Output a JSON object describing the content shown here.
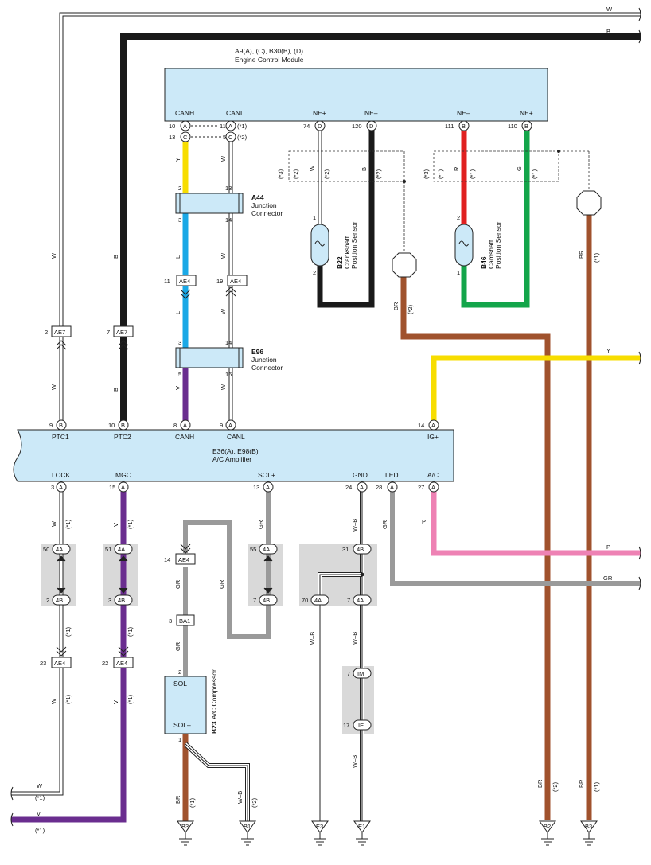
{
  "colors": {
    "W": "#ffffff",
    "B": "#1a1a1a",
    "Y": "#f7dd00",
    "L": "#19a8e6",
    "V": "#6a2d8f",
    "GR": "#9a9a9a",
    "BR": "#a0522d",
    "R": "#e02020",
    "G": "#13a54a",
    "P": "#ee82b4",
    "box": "#cce9f8"
  },
  "ecm": {
    "id": "A9(A), (C), B30(B), (D)",
    "name": "Engine Control Module",
    "pins": [
      {
        "num": "10",
        "letter": "A",
        "name": "CANH",
        "num2": "13",
        "letter2": "C"
      },
      {
        "num": "11",
        "letter": "A",
        "name": "CANL",
        "num2": "5",
        "letter2": "C"
      },
      {
        "num": "74",
        "letter": "D",
        "name": "NE+"
      },
      {
        "num": "120",
        "letter": "D",
        "name": "NE–"
      },
      {
        "num": "111",
        "letter": "B",
        "name": "NE–"
      },
      {
        "num": "110",
        "letter": "B",
        "name": "NE+"
      }
    ],
    "notes": [
      "(*1)",
      "(*2)"
    ]
  },
  "amp": {
    "id": "E36(A), E98(B)",
    "name": "A/C Amplifier",
    "top_pins": [
      {
        "num": "9",
        "letter": "B",
        "name": "PTC1"
      },
      {
        "num": "10",
        "letter": "B",
        "name": "PTC2"
      },
      {
        "num": "8",
        "letter": "A",
        "name": "CANH"
      },
      {
        "num": "9",
        "letter": "A",
        "name": "CANL"
      },
      {
        "num": "14",
        "letter": "A",
        "name": "IG+"
      }
    ],
    "bottom_pins": [
      {
        "num": "3",
        "letter": "A",
        "name": "LOCK"
      },
      {
        "num": "15",
        "letter": "A",
        "name": "MGC"
      },
      {
        "num": "13",
        "letter": "A",
        "name": "SOL+"
      },
      {
        "num": "24",
        "letter": "A",
        "name": "GND"
      },
      {
        "num": "28",
        "letter": "A",
        "name": "LED"
      },
      {
        "num": "27",
        "letter": "A",
        "name": "A/C"
      }
    ]
  },
  "junctions": [
    {
      "id": "A44",
      "name": "Junction",
      "name2": "Connector",
      "pins": [
        "2",
        "13",
        "3",
        "14"
      ]
    },
    {
      "id": "E96",
      "name": "Junction",
      "name2": "Connector",
      "pins": [
        "3",
        "14",
        "5",
        "16"
      ]
    }
  ],
  "sensors": [
    {
      "id": "B22",
      "name": "Crankshaft",
      "name2": "Position Sensor",
      "pins": [
        "1",
        "2"
      ]
    },
    {
      "id": "B46",
      "name": "Camshaft",
      "name2": "Position Sensor",
      "pins": [
        "2",
        "1"
      ]
    }
  ],
  "compressor": {
    "id": "B23",
    "name": "A/C Compressor",
    "pin_plus": "SOL+",
    "pin_minus": "SOL–",
    "pins": [
      "2",
      "1"
    ]
  },
  "connectors": {
    "ae4": "AE4",
    "ae7": "AE7",
    "ba1": "BA1",
    "c4a": "4A",
    "c4b": "4B",
    "im": "IM",
    "ie": "IE"
  },
  "pin_numbers": {
    "ae4_11": "11",
    "ae4_19": "19",
    "ae7_2": "2",
    "ae7_7": "7",
    "lock_4a": "50",
    "lock_4b": "2",
    "mgc_4a": "51",
    "mgc_4b": "3",
    "sol_4a": "55",
    "sol_4b": "7",
    "gnd_4b": "31",
    "gnd_4a70": "70",
    "gnd_4a7": "7",
    "ae4_23": "23",
    "ae4_22": "22",
    "ae4_14": "14",
    "ba1_3": "3",
    "im_7": "7",
    "ie_17": "17"
  },
  "grounds": [
    "B3",
    "B1",
    "E3",
    "E1",
    "B2",
    "B3"
  ],
  "wire_labels": {
    "W": "W",
    "B": "B",
    "Y": "Y",
    "L": "L",
    "V": "V",
    "GR": "GR",
    "BR": "BR",
    "R": "R",
    "G": "G",
    "P": "P",
    "WB": "W–B"
  },
  "notes": {
    "n1": "(*1)",
    "n2": "(*2)",
    "n3": "(*3)"
  }
}
